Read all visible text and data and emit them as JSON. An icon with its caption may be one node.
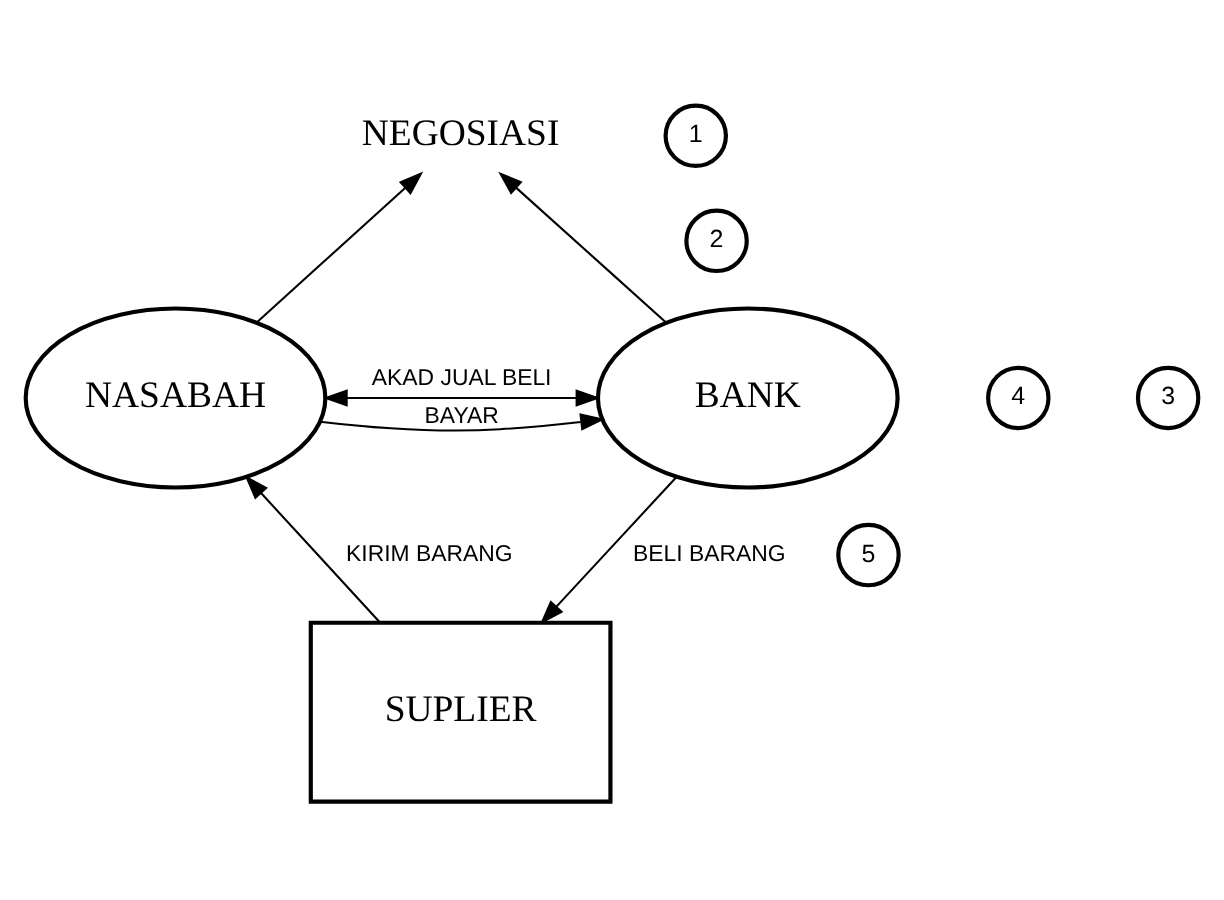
{
  "diagram": {
    "nodes": [
      {
        "text": [
          "NEGOSIASI"
        ]
      },
      {
        "text": [
          "1"
        ]
      },
      {
        "text": [
          "2"
        ]
      },
      {
        "text": [
          "NASABAH"
        ]
      },
      {
        "text": [
          "BANK"
        ]
      },
      {
        "text": [
          "5"
        ]
      },
      {
        "text": [
          "4"
        ]
      },
      {
        "text": [
          "3"
        ]
      },
      {
        "text": [
          "SUPLIER"
        ]
      }
    ],
    "edges": [
      {
        "from": 3,
        "to": 0,
        "arrow": "to"
      },
      {
        "from": 4,
        "to": 0,
        "arrow": "to"
      },
      {
        "from": 3,
        "to": 4,
        "arrow": "both",
        "label": "AKAD JUAL BELI"
      },
      {
        "from": 3,
        "to": 4,
        "arrow": "to",
        "label": "BAYAR"
      },
      {
        "from": 4,
        "to": 8,
        "arrow": "to",
        "label": "BELI BARANG"
      },
      {
        "from": 8,
        "to": 3,
        "arrow": "to",
        "label": "KIRIM BARANG"
      }
    ]
  }
}
